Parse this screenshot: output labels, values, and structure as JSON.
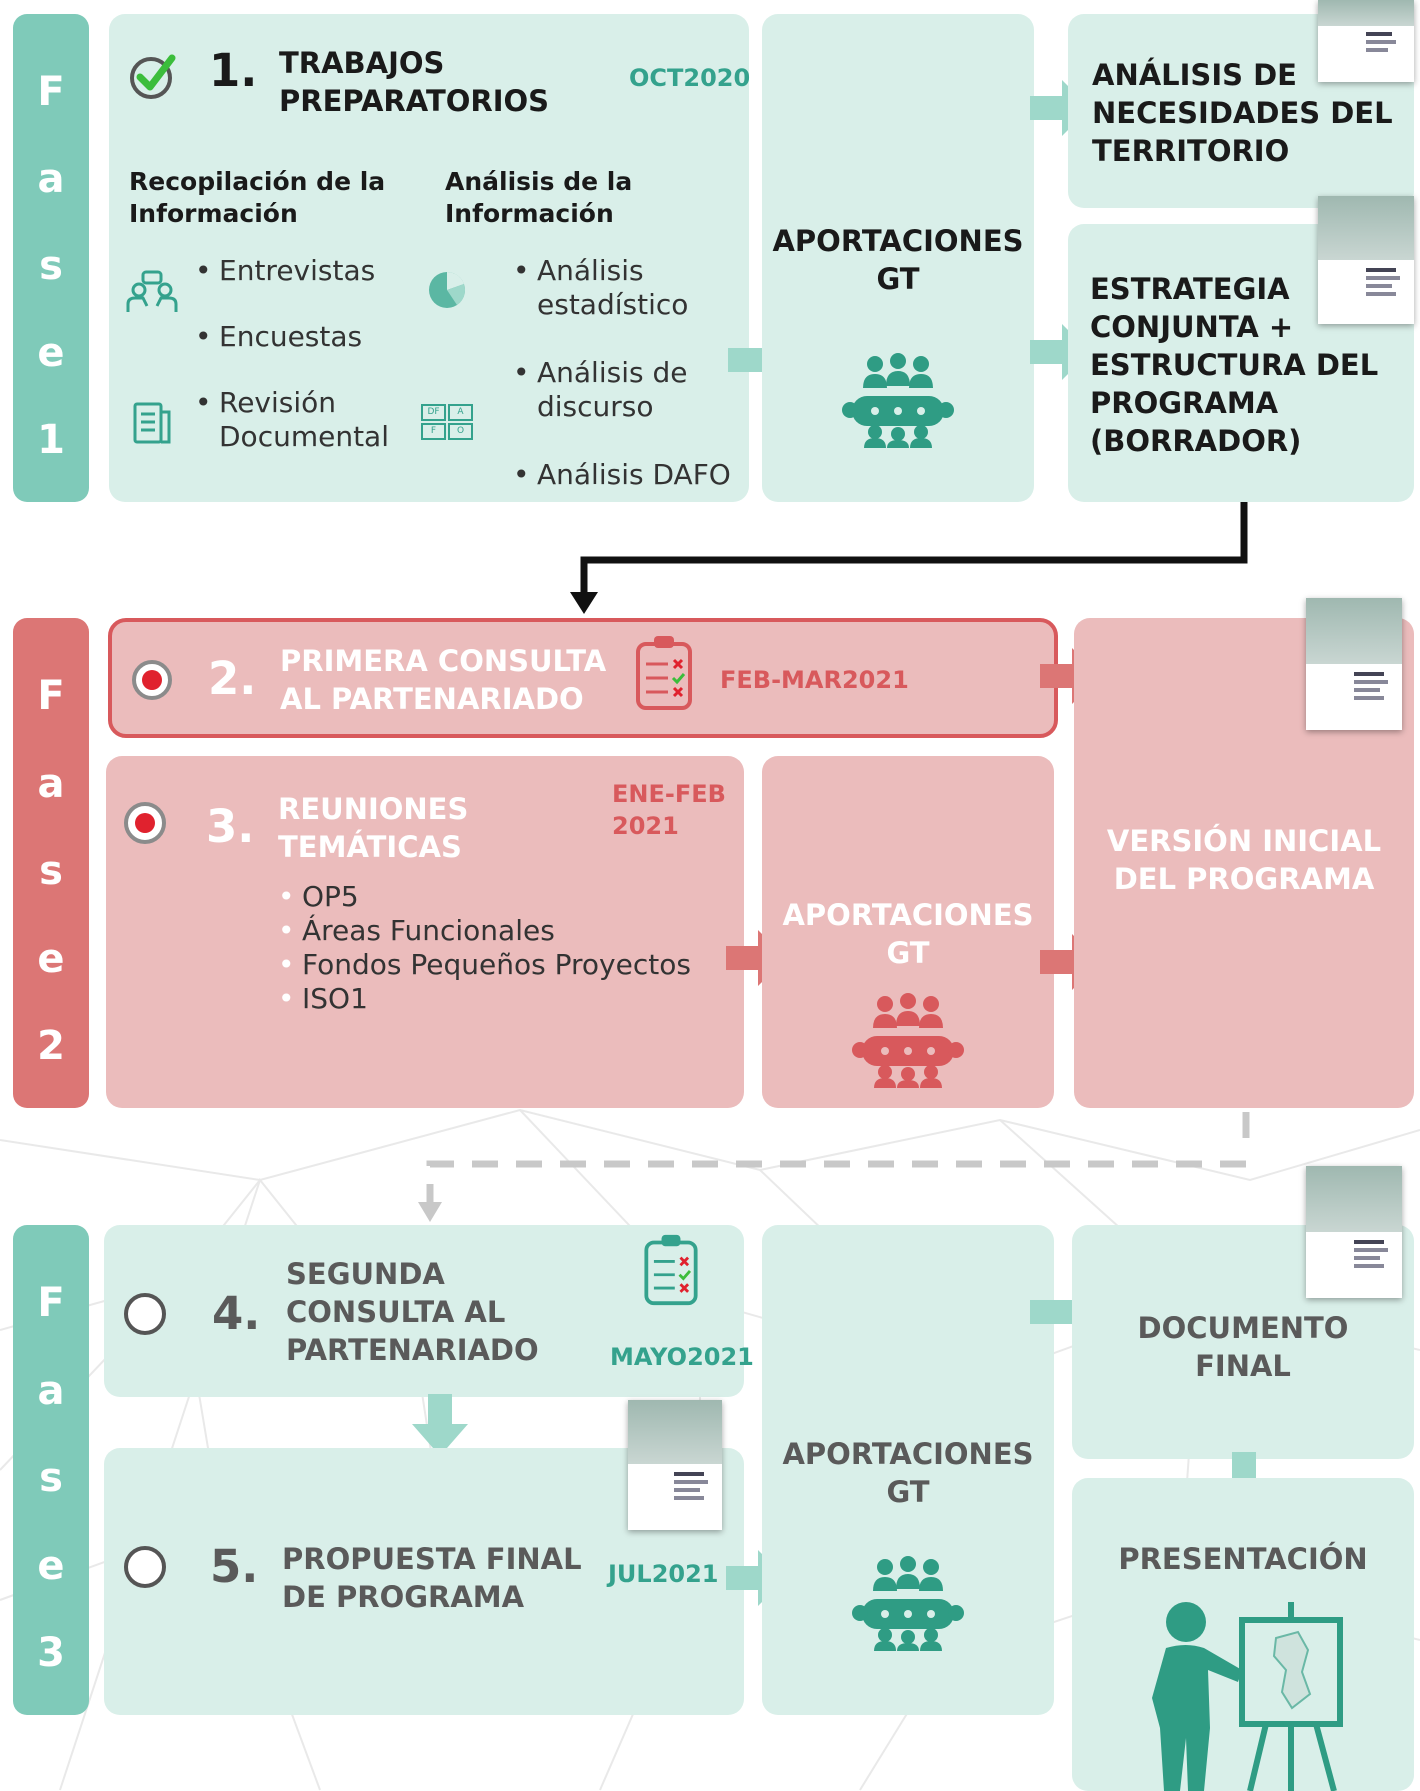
{
  "colors": {
    "teal": "#7fcab9",
    "teal_dark": "#34a28d",
    "mint_bg": "#d9efe9",
    "red": "#dc7675",
    "red_bg": "#ebbcbc",
    "red_dot": "#e0222e",
    "connector": "#111111",
    "dashed": "#c8c8c8"
  },
  "phases": [
    {
      "letters": [
        "F",
        "a",
        "s",
        "e",
        "1"
      ]
    },
    {
      "letters": [
        "F",
        "a",
        "s",
        "e",
        "2"
      ]
    },
    {
      "letters": [
        "F",
        "a",
        "s",
        "e",
        "3"
      ]
    }
  ],
  "step1": {
    "number": "1.",
    "title": [
      "TRABAJOS",
      "PREPARATORIOS"
    ],
    "date": "OCT2020",
    "status_icon": "check-circle-icon",
    "col_left": {
      "heading": [
        "Recopilación de la",
        "Información"
      ],
      "items": [
        {
          "lines": [
            "Entrevistas"
          ]
        },
        {
          "lines": [
            "Encuestas"
          ]
        },
        {
          "lines": [
            "Revisión",
            "Documental"
          ]
        }
      ]
    },
    "col_right": {
      "heading": [
        "Análisis de la",
        "Información"
      ],
      "items": [
        {
          "lines": [
            "Análisis",
            "estadístico"
          ]
        },
        {
          "lines": [
            "Análisis de",
            "discurso"
          ]
        },
        {
          "lines": [
            "Análisis DAFO"
          ]
        }
      ],
      "dafo_icon": {
        "cells": [
          "DF",
          "A",
          "F",
          "O"
        ]
      }
    }
  },
  "aportaciones": {
    "lines": [
      "APORTACIONES",
      "GT"
    ]
  },
  "outputs1": {
    "needs": [
      "ANÁLISIS DE",
      "NECESIDADES DEL",
      "TERRITORIO"
    ],
    "strategy": [
      "ESTRATEGIA",
      "CONJUNTA  +",
      "ESTRUCTURA DEL",
      "PROGRAMA",
      "(BORRADOR)"
    ]
  },
  "step2": {
    "number": "2.",
    "title": [
      "PRIMERA CONSULTA",
      "AL PARTENARIADO"
    ],
    "date": "FEB-MAR2021",
    "status": "active"
  },
  "step3": {
    "number": "3.",
    "title": [
      "REUNIONES",
      "TEMÁTICAS"
    ],
    "date": [
      "ENE-FEB",
      "2021"
    ],
    "status": "active",
    "items": [
      "OP5",
      "Áreas Funcionales",
      "Fondos Pequeños Proyectos",
      "ISO1"
    ]
  },
  "version_inicial": {
    "lines": [
      "VERSIÓN INICIAL",
      "DEL PROGRAMA"
    ]
  },
  "step4": {
    "number": "4.",
    "title": [
      "SEGUNDA",
      "CONSULTA AL",
      "PARTENARIADO"
    ],
    "date": "MAYO2021",
    "status": "pending"
  },
  "step5": {
    "number": "5.",
    "title": [
      "PROPUESTA FINAL",
      "DE PROGRAMA"
    ],
    "date": "JUL2021",
    "status": "pending"
  },
  "documento_final": {
    "lines": [
      "DOCUMENTO",
      "FINAL"
    ]
  },
  "presentacion": {
    "label": "PRESENTACIÓN"
  }
}
